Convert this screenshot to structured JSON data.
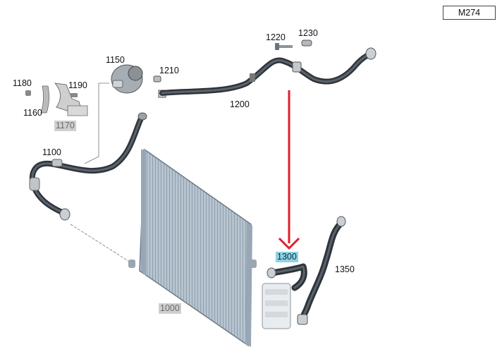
{
  "model": "M274",
  "parts": {
    "p1000": "1000",
    "p1100": "1100",
    "p1150": "1150",
    "p1160": "1160",
    "p1170": "1170",
    "p1180": "1180",
    "p1190": "1190",
    "p1200": "1200",
    "p1210": "1210",
    "p1220": "1220",
    "p1230": "1230",
    "p1300": "1300",
    "p1350": "1350"
  },
  "highlight_color": "#8fd3e6",
  "arrow_color": "#e0202c"
}
